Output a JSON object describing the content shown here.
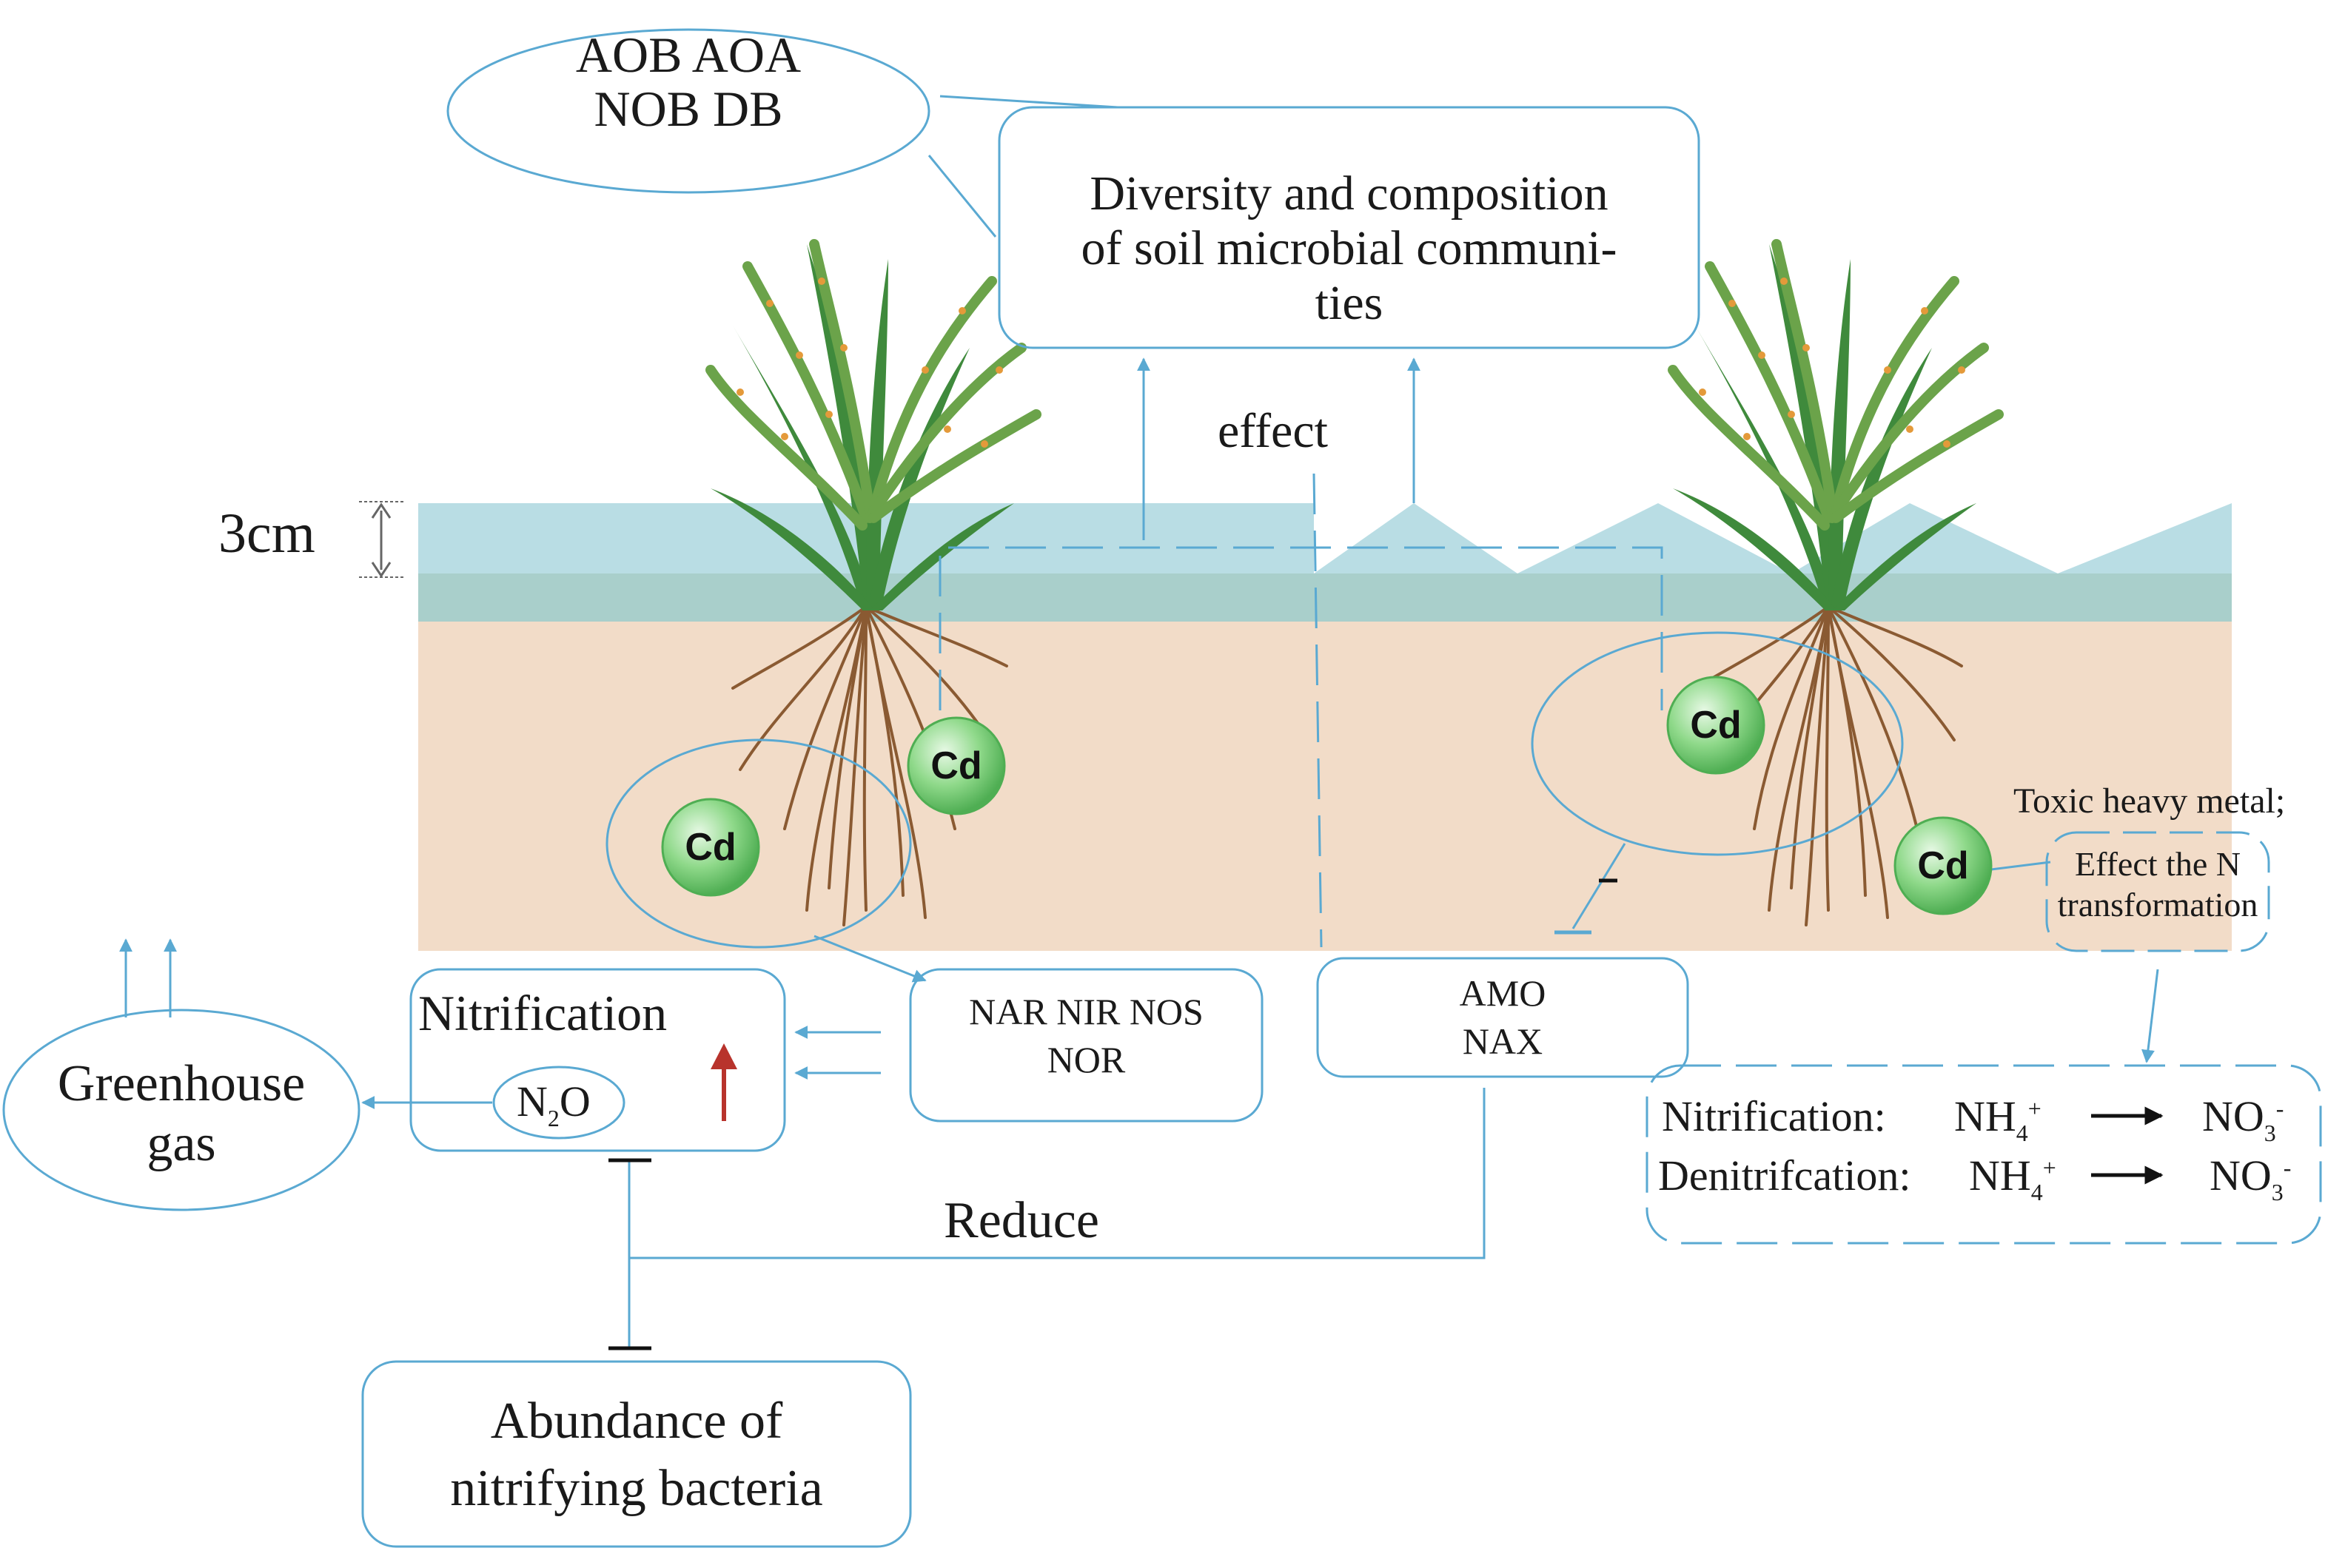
{
  "top": {
    "oval_line1": "AOB AOA",
    "oval_line2": "NOB DB",
    "diversity_line1": "Diversity and composition",
    "diversity_line2": "of soil microbial communi-",
    "diversity_line3": "ties",
    "effect": "effect"
  },
  "depth_label": "3cm",
  "cd_label": "Cd",
  "enzymes": {
    "left_line1": "NAR NIR NOS",
    "left_line2": "NOR",
    "right_line1": "AMO",
    "right_line2": "NAX"
  },
  "nitrification_box": {
    "title": "Nitrification",
    "n2o_n": "N",
    "n2o_sub": "2",
    "n2o_o": "O"
  },
  "greenhouse": {
    "line1": "Greenhouse",
    "line2": "gas"
  },
  "reduce": "Reduce",
  "abundance": {
    "line1": "Abundance of",
    "line2": "nitrifying bacteria"
  },
  "toxic": {
    "caption": "Toxic heavy metal;",
    "line1": "Effect the N",
    "line2": "transformation"
  },
  "reactions": {
    "r1_label": "Nitrification:",
    "r2_label": "Denitrifcation:",
    "reactant_base": "NH",
    "reactant_sub": "4",
    "reactant_sup": "+",
    "product_base": "NO",
    "product_sub": "3",
    "product_sup": "-",
    "minus_sign": "−"
  },
  "colors": {
    "line_blue": "#5aa9d2",
    "water_blue": "#b9dde4",
    "soil": "#f2dcc8",
    "cd_green": "#6cc76d",
    "red_arrow": "#b8332c",
    "rice_green": "#3f8a3c"
  }
}
